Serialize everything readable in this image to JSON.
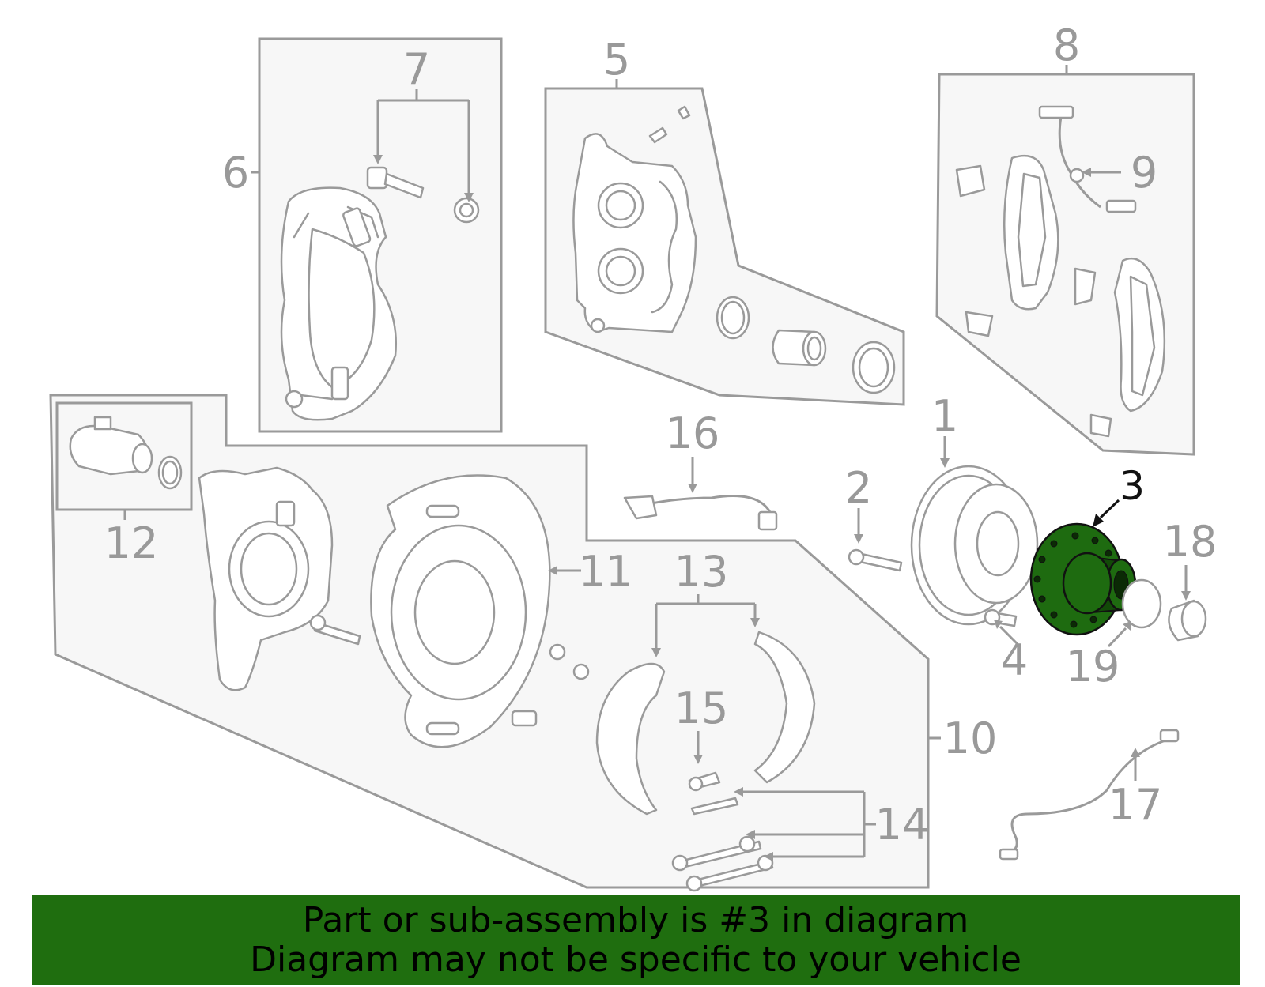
{
  "callouts": [
    "1",
    "2",
    "3",
    "4",
    "5",
    "6",
    "7",
    "8",
    "9",
    "10",
    "11",
    "12",
    "13",
    "14",
    "15",
    "16",
    "17",
    "18",
    "19"
  ],
  "highlighted_part": "3",
  "highlight_color": "#1f6e0f",
  "banner": {
    "line1": "Part or sub-assembly is #3 in diagram",
    "line2": "Diagram may not be specific to your vehicle"
  }
}
